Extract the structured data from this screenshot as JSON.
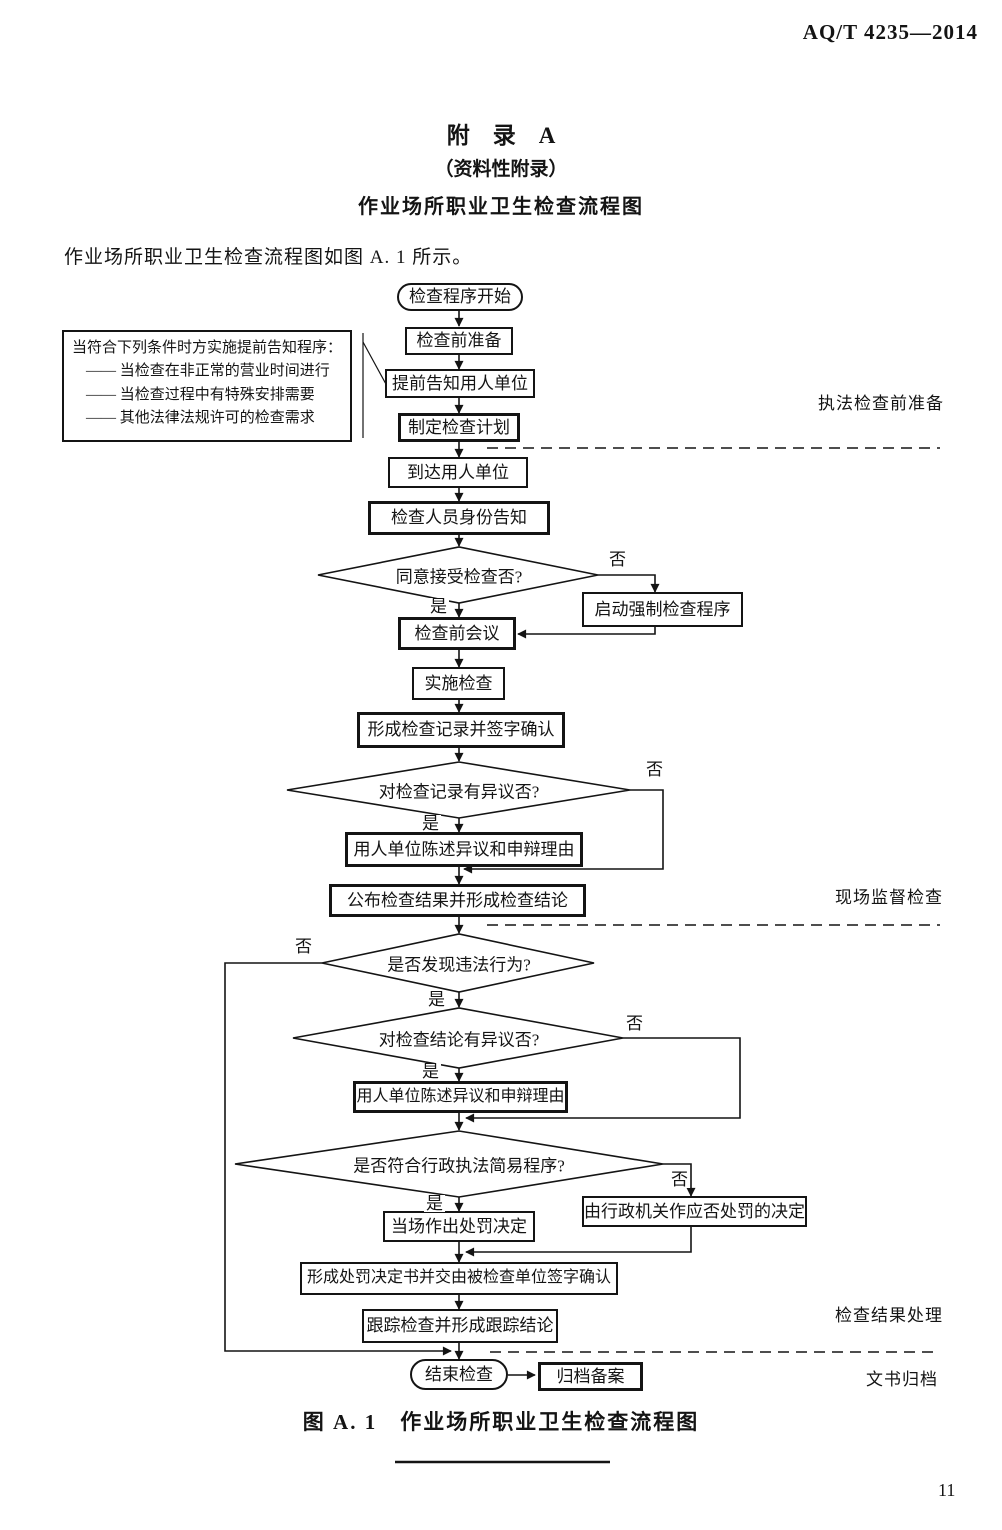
{
  "header": {
    "standard_code": "AQ/T 4235—2014",
    "page_number": "11"
  },
  "appendix": {
    "label": "附　录　A",
    "type": "（资料性附录）",
    "title": "作业场所职业卫生检查流程图",
    "intro": "作业场所职业卫生检查流程图如图 A. 1 所示。",
    "figure_caption": "图 A. 1　作业场所职业卫生检查流程图"
  },
  "note_box": {
    "title": "当符合下列条件时方实施提前告知程序：",
    "items": [
      "—— 当检查在非正常的营业时间进行",
      "—— 当检查过程中有特殊安排需要",
      "—— 其他法律法规许可的检查需求"
    ]
  },
  "flow": {
    "start": "检查程序开始",
    "prep": "检查前准备",
    "notify": "提前告知用人单位",
    "plan": "制定检查计划",
    "arrive": "到达用人单位",
    "identity": "检查人员身份告知",
    "d_accept": "同意接受检查否?",
    "force": "启动强制检查程序",
    "meeting": "检查前会议",
    "implement": "实施检查",
    "record": "形成检查记录并签字确认",
    "d_record_objection": "对检查记录有异议否?",
    "objection1": "用人单位陈述异议和申辩理由",
    "announce": "公布检查结果并形成检查结论",
    "d_violation": "是否发现违法行为?",
    "d_conclusion_objection": "对检查结论有异议否?",
    "objection2": "用人单位陈述异议和申辩理由",
    "d_summary": "是否符合行政执法简易程序?",
    "onspot": "当场作出处罚决定",
    "authority": "由行政机关作应否处罚的决定",
    "document": "形成处罚决定书并交由被检查单位签字确认",
    "track": "跟踪检查并形成跟踪结论",
    "end": "结束检查",
    "archive": "归档备案"
  },
  "branch": {
    "yes": "是",
    "no": "否"
  },
  "sections": {
    "prepare": "执法检查前准备",
    "onsite": "现场监督检查",
    "result": "检查结果处理",
    "archive": "文书归档"
  }
}
